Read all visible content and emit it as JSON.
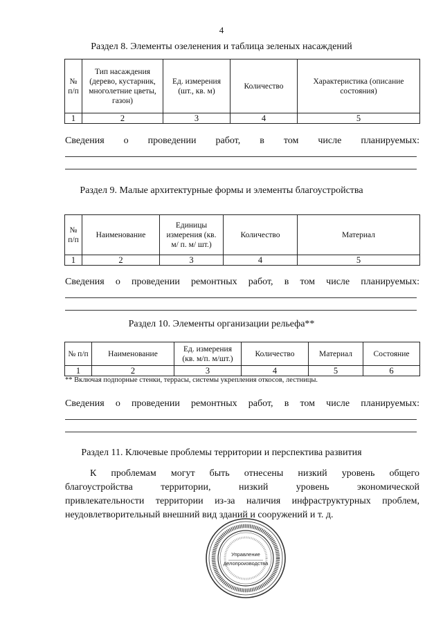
{
  "page_number": "4",
  "section8": {
    "title": "Раздел 8. Элементы озеленения и таблица зеленых насаждений",
    "headers": [
      "№ п/п",
      "Тип насаждения (дерево, кустарник, многолетние цветы, газон)",
      "Ед. измерения (шт., кв. м)",
      "Количество",
      "Характеристика (описание состояния)"
    ],
    "numbers": [
      "1",
      "2",
      "3",
      "4",
      "5"
    ],
    "info": "Сведения о проведении работ, в том числе планируемых:"
  },
  "section9": {
    "title": "Раздел 9. Малые архитектурные формы и элементы благоустройства",
    "headers": [
      "№ п/п",
      "Наименование",
      "Единицы измерения (кв. м/ п. м/ шт.)",
      "Количество",
      "Материал"
    ],
    "numbers": [
      "1",
      "2",
      "3",
      "4",
      "5"
    ],
    "info": "Сведения о проведении ремонтных работ, в том числе планируемых:"
  },
  "section10": {
    "title": "Раздел 10. Элементы организации рельефа**",
    "headers": [
      "№ п/п",
      "Наименование",
      "Ед. измерения (кв. м/п. м/шт.)",
      "Количество",
      "Материал",
      "Состояние"
    ],
    "numbers": [
      "1",
      "2",
      "3",
      "4",
      "5",
      "6"
    ],
    "footnote": "** Включая подпорные стенки, террасы, системы укрепления откосов, лестницы.",
    "info": "Сведения о проведении ремонтных работ, в том числе планируемых:"
  },
  "section11": {
    "title": "Раздел 11. Ключевые проблемы территории и перспектива развития",
    "lines": [
      "К проблемам могут быть отнесены низкий уровень общего",
      "благоустройства территории, низкий уровень экономической",
      "привлекательности территории из-за наличия инфраструктурных проблем,",
      "неудовлетворительный внешний вид зданий и сооружений и т. д."
    ]
  },
  "stamp": {
    "text_line1": "Управление",
    "text_line2": "делопроизводства"
  }
}
